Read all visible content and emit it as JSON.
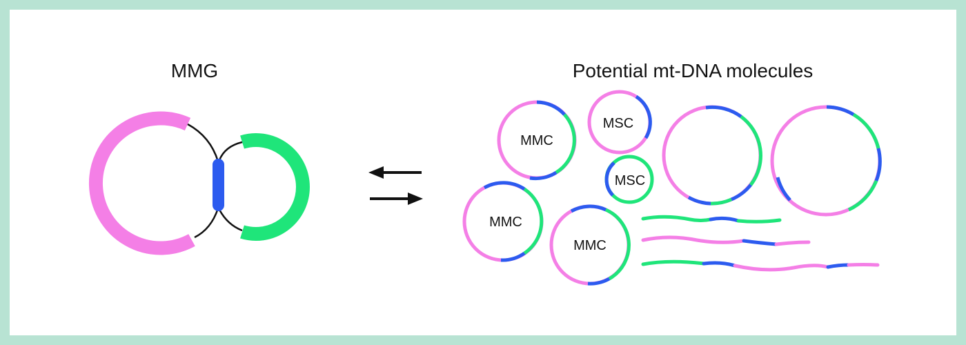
{
  "diagram": {
    "left_title": "MMG",
    "right_title": "Potential mt-DNA molecules",
    "circle_labels": {
      "mmc_top": "MMC",
      "msc_top": "MSC",
      "msc_mid": "MSC",
      "mmc_bottom_left": "MMC",
      "mmc_bottom_center": "MMC"
    }
  },
  "colors": {
    "magenta": "#f47fe6",
    "green": "#1fe57a",
    "blue": "#2c5bef",
    "black": "#111111",
    "frame": "#b8e3d3"
  }
}
